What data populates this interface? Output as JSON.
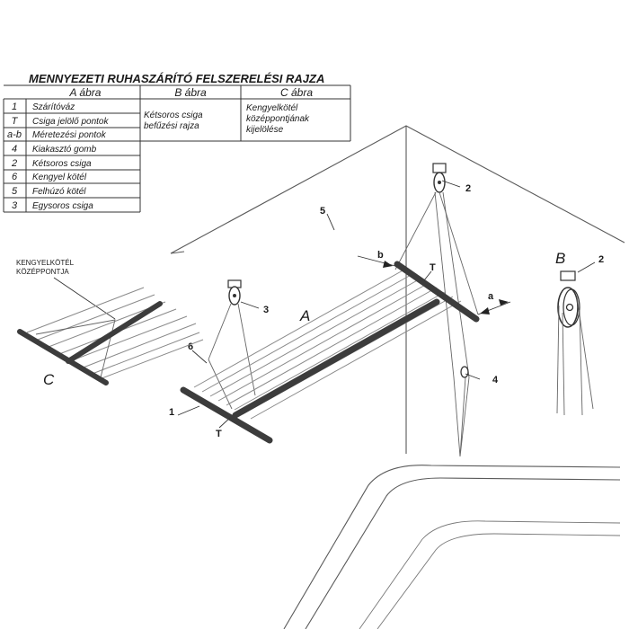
{
  "title": "MENNYEZETI RUHASZÁRÍTÓ FELSZERELÉSI RAJZA",
  "table": {
    "headers": [
      "A ábra",
      "B ábra",
      "C ábra"
    ],
    "b_text": [
      "Kétsoros csiga",
      "befűzési rajza"
    ],
    "c_text": [
      "Kengyelkötél",
      "középpontjának",
      "kijelölése"
    ],
    "rows": [
      {
        "key": "1",
        "label": "Szárítóváz"
      },
      {
        "key": "T",
        "label": "Csiga jelölő pontok"
      },
      {
        "key": "a-b",
        "label": "Méretezési pontok"
      },
      {
        "key": "4",
        "label": "Kiakasztó gomb"
      },
      {
        "key": "2",
        "label": "Kétsoros csiga"
      },
      {
        "key": "6",
        "label": "Kengyel kötél"
      },
      {
        "key": "5",
        "label": "Felhúzó kötél"
      },
      {
        "key": "3",
        "label": "Egysoros csiga"
      }
    ]
  },
  "figure_c": {
    "caption_line1": "KENGYELKÖTÉL",
    "caption_line2": "KÖZÉPPONTJA",
    "letter": "C"
  },
  "figure_a": {
    "letter": "A",
    "callouts": {
      "c1": "1",
      "c2": "2",
      "c3": "3",
      "c4": "4",
      "c5": "5",
      "c6": "6",
      "t1": "T",
      "t2": "T",
      "a": "a",
      "b": "b"
    }
  },
  "figure_b": {
    "letter": "B",
    "callout": "2"
  }
}
